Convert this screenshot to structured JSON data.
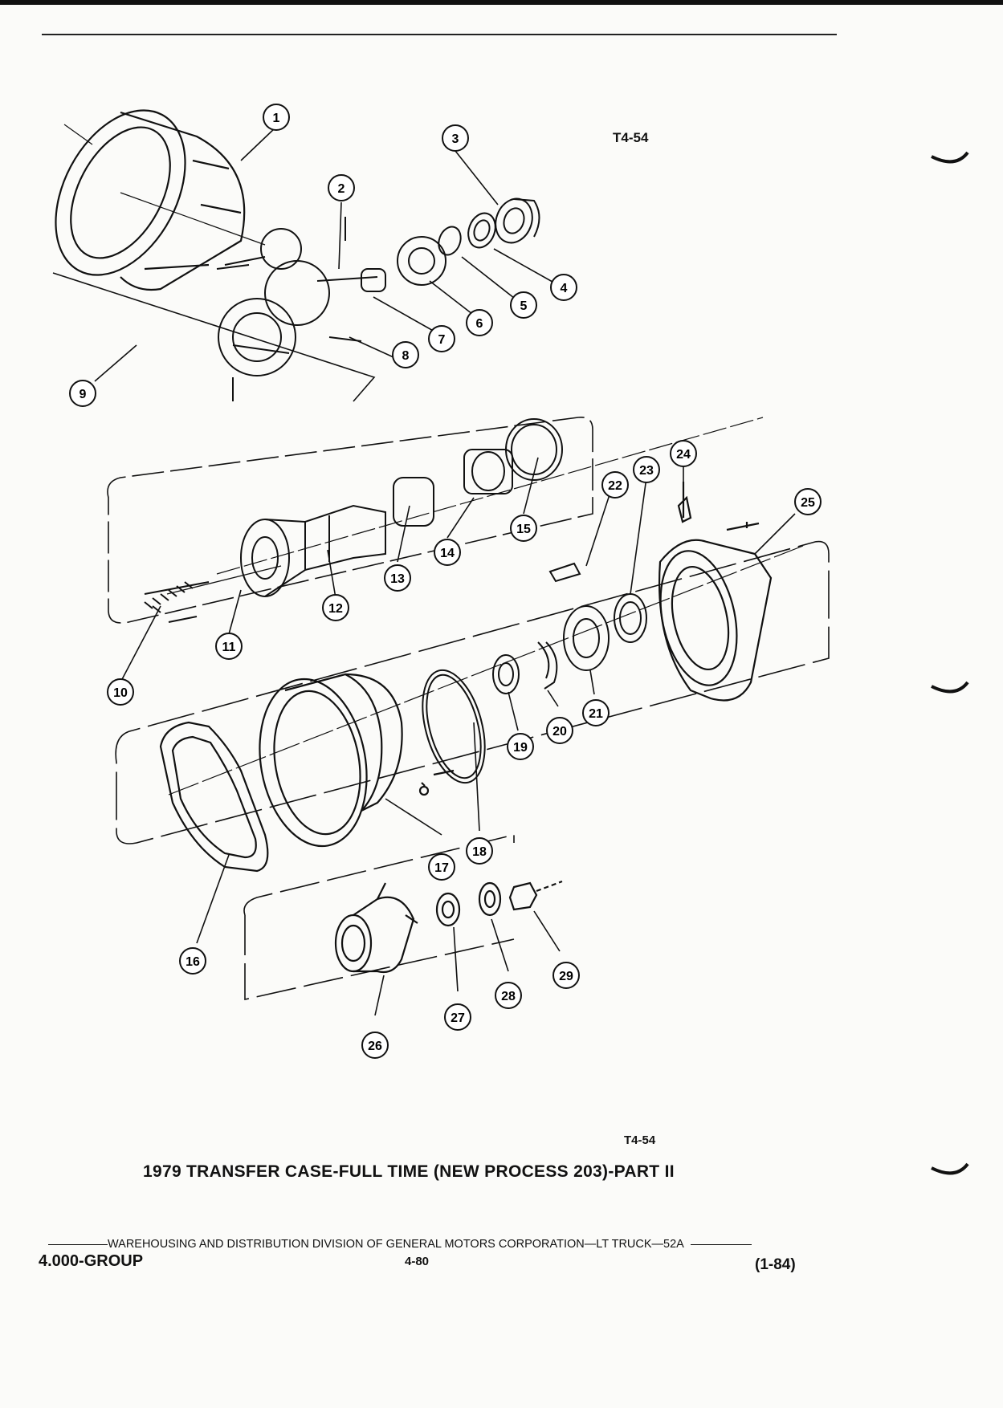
{
  "figure": {
    "code_top": "T4-54",
    "code_bottom": "T4-54",
    "caption": "1979 TRANSFER CASE-FULL TIME (NEW PROCESS 203)-PART II",
    "callouts": [
      "1",
      "2",
      "3",
      "4",
      "5",
      "6",
      "7",
      "8",
      "9",
      "10",
      "11",
      "12",
      "13",
      "14",
      "15",
      "16",
      "17",
      "18",
      "19",
      "20",
      "21",
      "22",
      "23",
      "24",
      "25",
      "26",
      "27",
      "28",
      "29"
    ]
  },
  "footer": {
    "publisher": "WAREHOUSING AND DISTRIBUTION  DIVISION OF GENERAL MOTORS CORPORATION—LT TRUCK—52A",
    "group": "4.000-GROUP",
    "page": "4-80",
    "date": "(1-84)"
  }
}
